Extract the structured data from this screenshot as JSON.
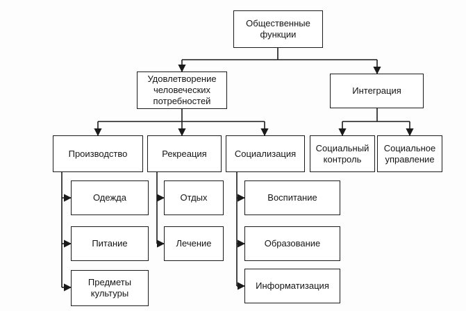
{
  "diagram": {
    "nodes": {
      "root": "Общественные\nфункции",
      "needs": "Удовлетворение\nчеловеческих\nпотребностей",
      "integration": "Интеграция",
      "production": "Производство",
      "recreation": "Рекреация",
      "socialization": "Социализация",
      "social_control": "Социальный\nконтроль",
      "social_management": "Социальное\nуправление",
      "clothing": "Одежда",
      "food": "Питание",
      "culture_items": "Предметы\nкультуры",
      "rest": "Отдых",
      "treatment": "Лечение",
      "upbringing": "Воспитание",
      "education": "Образование",
      "informatization": "Информатизация"
    },
    "edges": [
      [
        "root",
        "needs"
      ],
      [
        "root",
        "integration"
      ],
      [
        "needs",
        "production"
      ],
      [
        "needs",
        "recreation"
      ],
      [
        "needs",
        "socialization"
      ],
      [
        "integration",
        "social_control"
      ],
      [
        "integration",
        "social_management"
      ],
      [
        "production",
        "clothing"
      ],
      [
        "production",
        "food"
      ],
      [
        "production",
        "culture_items"
      ],
      [
        "recreation",
        "rest"
      ],
      [
        "recreation",
        "treatment"
      ],
      [
        "socialization",
        "upbringing"
      ],
      [
        "socialization",
        "education"
      ],
      [
        "socialization",
        "informatization"
      ]
    ],
    "line_color": "#1a1a1a"
  }
}
